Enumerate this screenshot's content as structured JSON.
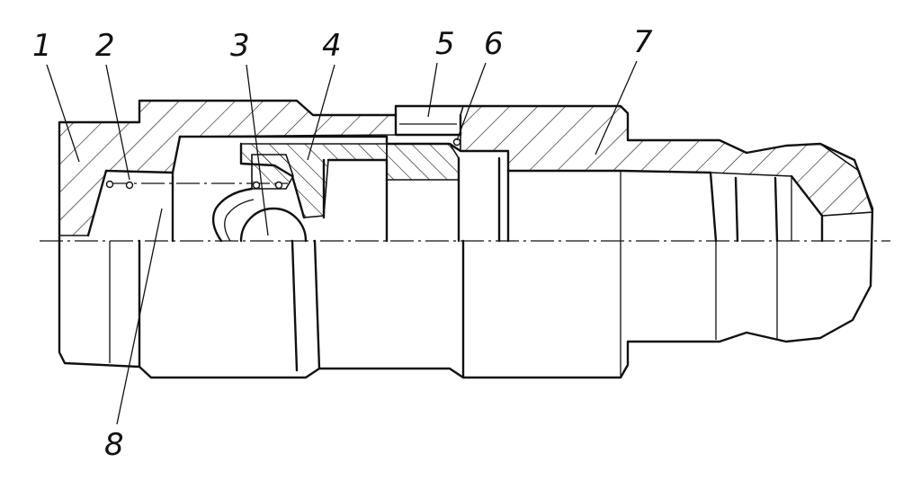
{
  "callouts": [
    {
      "id": "1",
      "label": "1"
    },
    {
      "id": "2",
      "label": "2"
    },
    {
      "id": "3",
      "label": "3"
    },
    {
      "id": "4",
      "label": "4"
    },
    {
      "id": "5",
      "label": "5"
    },
    {
      "id": "6",
      "label": "6"
    },
    {
      "id": "7",
      "label": "7"
    },
    {
      "id": "8",
      "label": "8"
    }
  ],
  "colors": {
    "ink": "#111111",
    "paper": "#ffffff"
  }
}
